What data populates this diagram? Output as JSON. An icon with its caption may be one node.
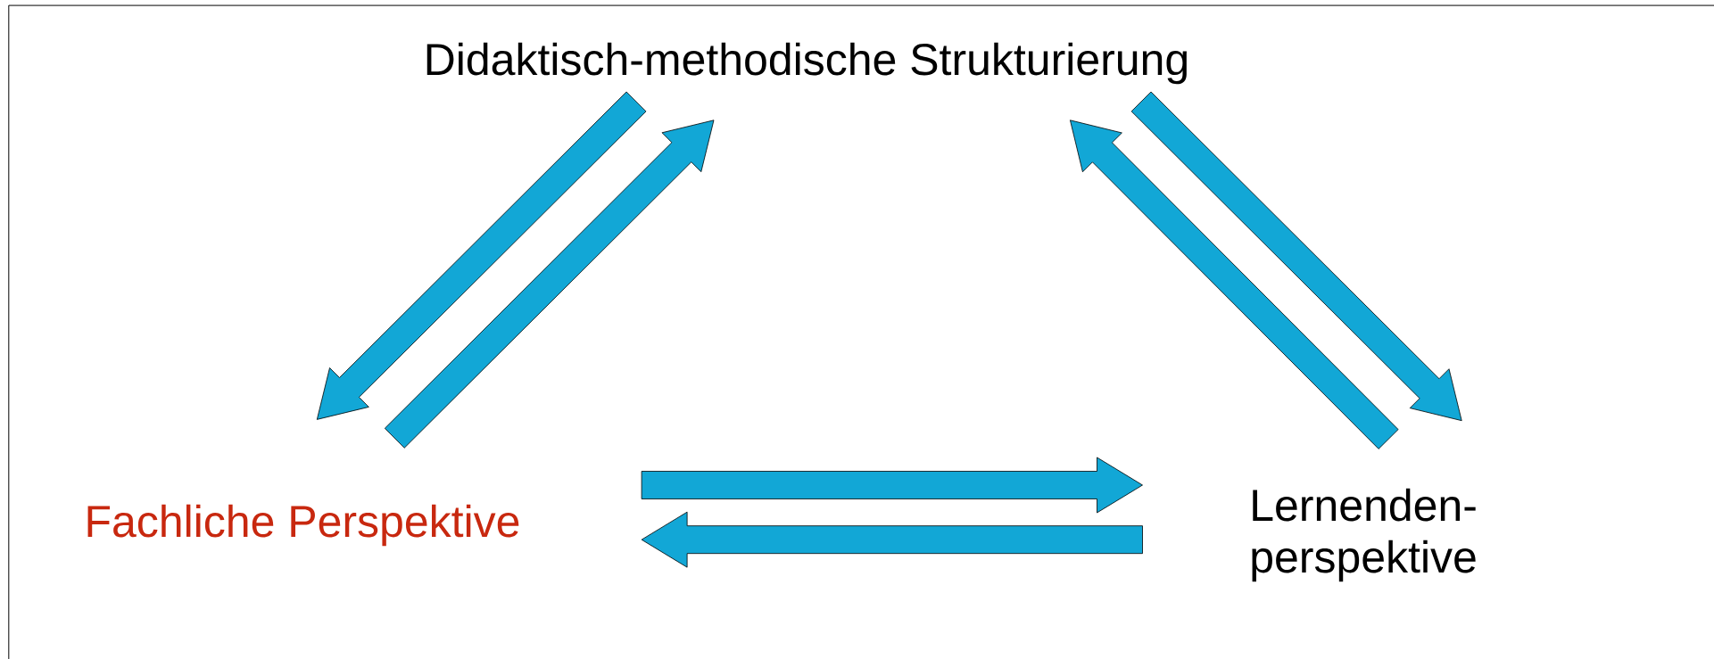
{
  "diagram": {
    "nodes": [
      {
        "text": [
          "Didaktisch-methodische Strukturierung"
        ]
      },
      {
        "text": [
          "Fachliche Perspektive"
        ]
      },
      {
        "text": [
          "Lernenden- perspektive"
        ]
      }
    ],
    "edges": [
      {
        "from": 0,
        "to": 1,
        "arrow": "to"
      },
      {
        "from": 1,
        "to": 0,
        "arrow": "to"
      },
      {
        "from": 2,
        "to": 0,
        "arrow": "to"
      },
      {
        "from": 0,
        "to": 2,
        "arrow": "to"
      },
      {
        "from": 1,
        "to": 2,
        "arrow": "to"
      },
      {
        "from": 2,
        "to": 1,
        "arrow": "to"
      }
    ]
  }
}
